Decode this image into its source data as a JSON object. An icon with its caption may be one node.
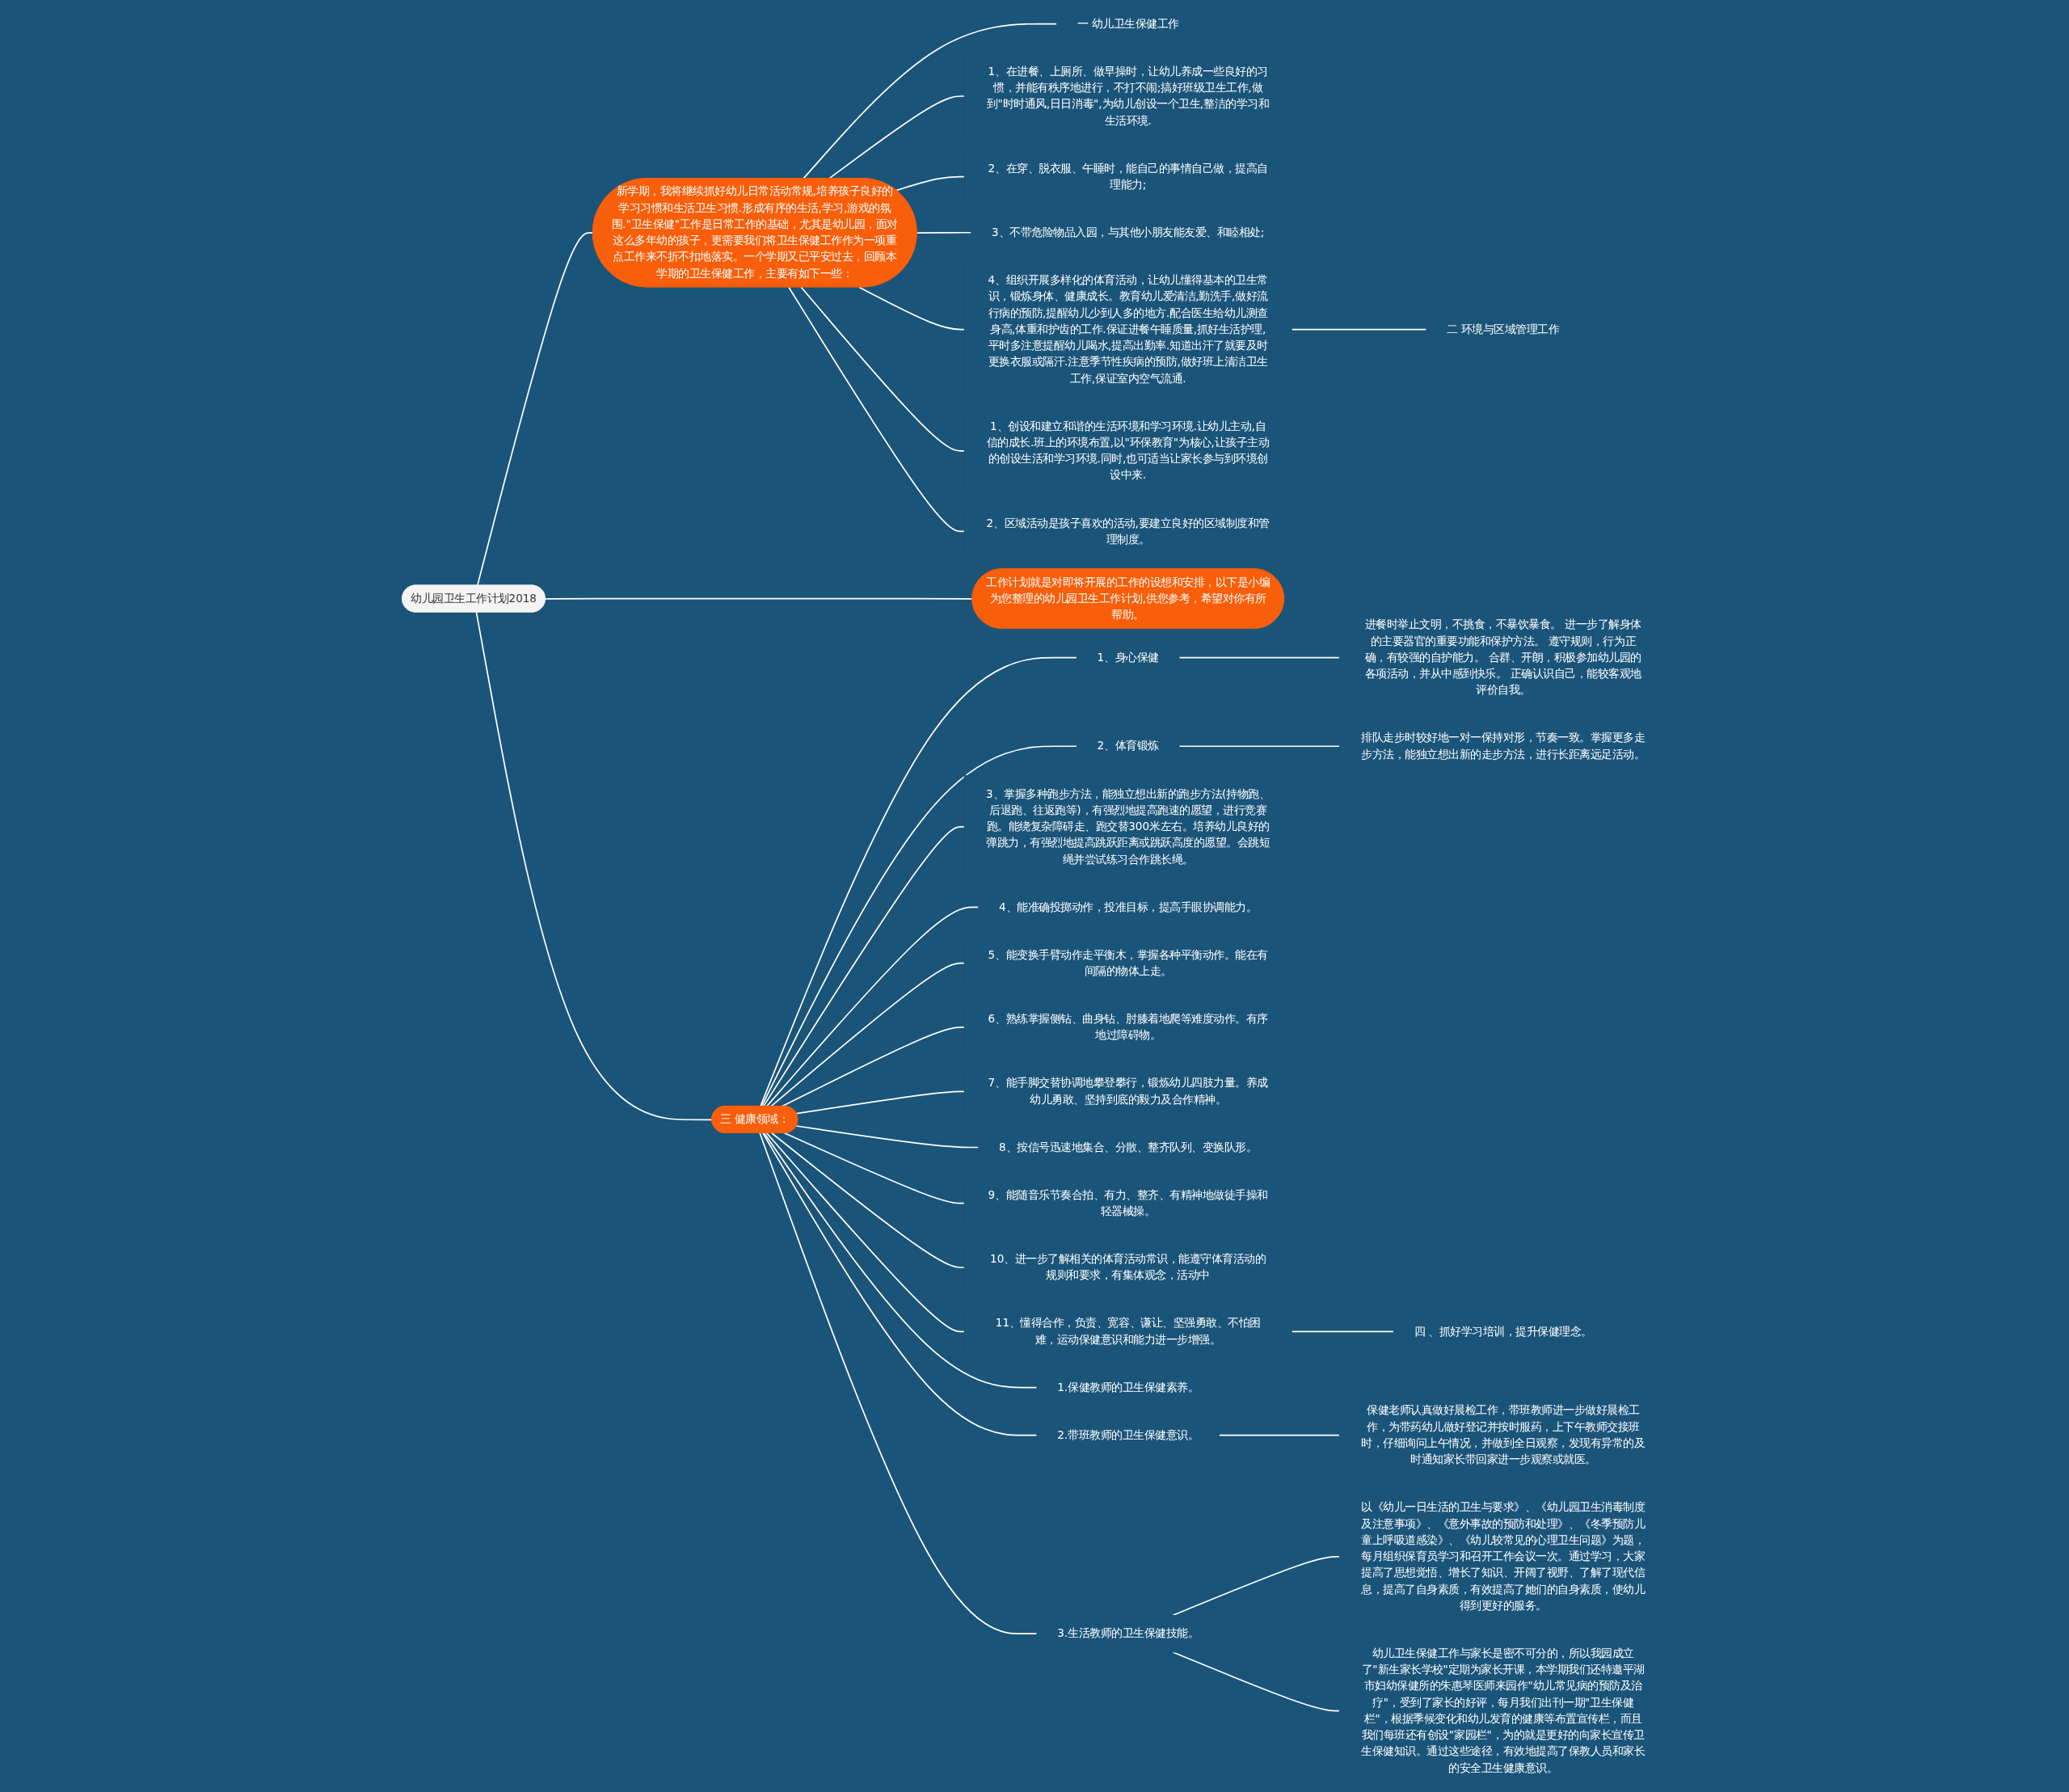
{
  "diagram": {
    "nodes": [
      {
        "text": [
          "幼儿园卫生工作计划2018"
        ]
      },
      {
        "text": [
          "新学期，我将继续抓好幼儿日常活动常规,培养孩子良好的学习习惯和生活卫生习惯.形成有序的生活,学习,游戏的氛围.\"卫生保健\"工作是日常工作的基础，尤其是幼儿园，面对这么多年幼的孩子，更需要我们将卫生保健工作作为一项重点工作来不折不扣地落实。一个学期又已平安过去，回顾本学期的卫生保健工作，主要有如下一些："
        ]
      },
      {
        "text": [
          "一 幼儿卫生保健工作"
        ]
      },
      {
        "text": [
          "1、在进餐、上厕所、做早操时，让幼儿养成一些良好的习惯，并能有秩序地进行，不打不闹;搞好班级卫生工作,做到\"时时通风,日日消毒\",为幼儿创设一个卫生,整洁的学习和生活环境."
        ]
      },
      {
        "text": [
          "2、在穿、脱衣服、午睡时，能自己的事情自己做，提高自理能力;"
        ]
      },
      {
        "text": [
          "3、不带危险物品入园，与其他小朋友能友爱、和睦相处;"
        ]
      },
      {
        "text": [
          "4、组织开展多样化的体育活动，让幼儿懂得基本的卫生常识，锻炼身体、健康成长。教育幼儿爱清洁,勤洗手,做好流行病的预防,提醒幼儿少到人多的地方.配合医生给幼儿测查身高,体重和护齿的工作.保证进餐午睡质量,抓好生活护理,平时多注意提醒幼儿喝水,提高出勤率.知道出汗了就要及时更换衣服或隔汗.注意季节性疾病的预防,做好班上清洁卫生工作,保证室内空气流通."
        ]
      },
      {
        "text": [
          "二 环境与区域管理工作"
        ]
      },
      {
        "text": [
          "1、创设和建立和谐的生活环境和学习环境.让幼儿主动,自信的成长.班上的环境布置,以\"环保教育\"为核心,让孩子主动的创设生活和学习环境.同时,也可适当让家长参与到环境创设中来."
        ]
      },
      {
        "text": [
          "2、区域活动是孩子喜欢的活动,要建立良好的区域制度和管理制度。"
        ]
      },
      {
        "text": [
          "工作计划就是对即将开展的工作的设想和安排，以下是小编为您整理的幼儿园卫生工作计划,供您参考，希望对你有所帮助。"
        ]
      },
      {
        "text": [
          "三 健康领域："
        ]
      },
      {
        "text": [
          "1、身心保健"
        ]
      },
      {
        "text": [
          "进餐时举止文明，不挑食，不暴饮暴食。 进一步了解身体的主要器官的重要功能和保护方法。 遵守规则，行为正确，有较强的自护能力。 合群、开朗，积极参加幼儿园的各项活动，并从中感到快乐。 正确认识自己，能较客观地评价自我。"
        ]
      },
      {
        "text": [
          "2、体育锻炼"
        ]
      },
      {
        "text": [
          "排队走步时较好地一对一保持对形，节奏一致。掌握更多走步方法，能独立想出新的走步方法，进行长距离远足活动。"
        ]
      },
      {
        "text": [
          "3、掌握多种跑步方法，能独立想出新的跑步方法(持物跑、后退跑、往返跑等)，有强烈地提高跑速的愿望，进行竞赛跑。能绕复杂障碍走、跑交替300米左右。培养幼儿良好的弹跳力，有强烈地提高跳跃距离或跳跃高度的愿望。会跳短绳并尝试练习合作跳长绳。"
        ]
      },
      {
        "text": [
          "4、能准确投掷动作，投准目标，提高手眼协调能力。"
        ]
      },
      {
        "text": [
          "5、能变换手臂动作走平衡木，掌握各种平衡动作。能在有间隔的物体上走。"
        ]
      },
      {
        "text": [
          "6、熟练掌握侧钻、曲身钻、肘膝着地爬等难度动作。有序地过障碍物。"
        ]
      },
      {
        "text": [
          "7、能手脚交替协调地攀登攀行，锻炼幼儿四肢力量。养成幼儿勇敢、坚持到底的毅力及合作精神。"
        ]
      },
      {
        "text": [
          "8、按信号迅速地集合、分散、整齐队列、变换队形。"
        ]
      },
      {
        "text": [
          "9、能随音乐节奏合拍、有力、整齐、有精神地做徒手操和轻器械操。"
        ]
      },
      {
        "text": [
          "10、进一步了解相关的体育活动常识，能遵守体育活动的规则和要求，有集体观念，活动中"
        ]
      },
      {
        "text": [
          "11、懂得合作，负责、宽容、谦让、坚强勇敢、不怕困难，运动保健意识和能力进一步增强。"
        ]
      },
      {
        "text": [
          "四 、抓好学习培训，提升保健理念。"
        ]
      },
      {
        "text": [
          "1.保健教师的卫生保健素养。"
        ]
      },
      {
        "text": [
          "2.带班教师的卫生保健意识。"
        ]
      },
      {
        "text": [
          "保健老师认真做好晨检工作，带班教师进一步做好晨检工作，为带药幼儿做好登记并按时服药，上下午教师交接班时，仔细询问上午情况，并做到全日观察，发现有异常的及时通知家长带回家进一步观察或就医。"
        ]
      },
      {
        "text": [
          "3.生活教师的卫生保健技能。"
        ]
      },
      {
        "text": [
          "以《幼儿一日生活的卫生与要求》、《幼儿园卫生消毒制度及注意事项》、《意外事故的预防和处理》、《冬季预防儿童上呼吸道感染》、《幼儿较常见的心理卫生问题》为题，每月组织保育员学习和召开工作会议一次。通过学习，大家提高了思想觉悟、增长了知识、开阔了视野、了解了现代信息，提高了自身素质，有效提高了她们的自身素质，使幼儿得到更好的服务。"
        ]
      },
      {
        "text": [
          "幼儿卫生保健工作与家长是密不可分的，所以我园成立了\"新生家长学校\"定期为家长开课，本学期我们还特邀平湖市妇幼保健所的朱惠琴医师来园作\"幼儿常见病的预防及治疗\"，受到了家长的好评，每月我们出刊一期\"卫生保健栏\"，根据季候变化和幼儿发育的健康等布置宣传栏，而且我们每班还有创设\"家园栏\"，为的就是更好的向家长宣传卫生保健知识。通过这些途径，有效地提高了保教人员和家长的安全卫生健康意识。"
        ]
      }
    ],
    "edges": [
      {
        "from": 0,
        "to": 1,
        "arrow": "none"
      },
      {
        "from": 1,
        "to": 2,
        "arrow": "none"
      },
      {
        "from": 1,
        "to": 3,
        "arrow": "none"
      },
      {
        "from": 1,
        "to": 4,
        "arrow": "none"
      },
      {
        "from": 1,
        "to": 5,
        "arrow": "none"
      },
      {
        "from": 1,
        "to": 6,
        "arrow": "none"
      },
      {
        "from": 6,
        "to": 7,
        "arrow": "none"
      },
      {
        "from": 1,
        "to": 8,
        "arrow": "none"
      },
      {
        "from": 1,
        "to": 9,
        "arrow": "none"
      },
      {
        "from": 0,
        "to": 10,
        "arrow": "none"
      },
      {
        "from": 0,
        "to": 11,
        "arrow": "none"
      },
      {
        "from": 11,
        "to": 12,
        "arrow": "none"
      },
      {
        "from": 12,
        "to": 13,
        "arrow": "none"
      },
      {
        "from": 11,
        "to": 14,
        "arrow": "none"
      },
      {
        "from": 14,
        "to": 15,
        "arrow": "none"
      },
      {
        "from": 11,
        "to": 16,
        "arrow": "none"
      },
      {
        "from": 11,
        "to": 17,
        "arrow": "none"
      },
      {
        "from": 11,
        "to": 18,
        "arrow": "none"
      },
      {
        "from": 11,
        "to": 19,
        "arrow": "none"
      },
      {
        "from": 11,
        "to": 20,
        "arrow": "none"
      },
      {
        "from": 11,
        "to": 21,
        "arrow": "none"
      },
      {
        "from": 11,
        "to": 22,
        "arrow": "none"
      },
      {
        "from": 11,
        "to": 23,
        "arrow": "none"
      },
      {
        "from": 11,
        "to": 24,
        "arrow": "none"
      },
      {
        "from": 24,
        "to": 25,
        "arrow": "none"
      },
      {
        "from": 11,
        "to": 26,
        "arrow": "none"
      },
      {
        "from": 11,
        "to": 27,
        "arrow": "none"
      },
      {
        "from": 27,
        "to": 28,
        "arrow": "none"
      },
      {
        "from": 11,
        "to": 29,
        "arrow": "none"
      },
      {
        "from": 29,
        "to": 30,
        "arrow": "none"
      },
      {
        "from": 29,
        "to": 31,
        "arrow": "none"
      }
    ]
  }
}
